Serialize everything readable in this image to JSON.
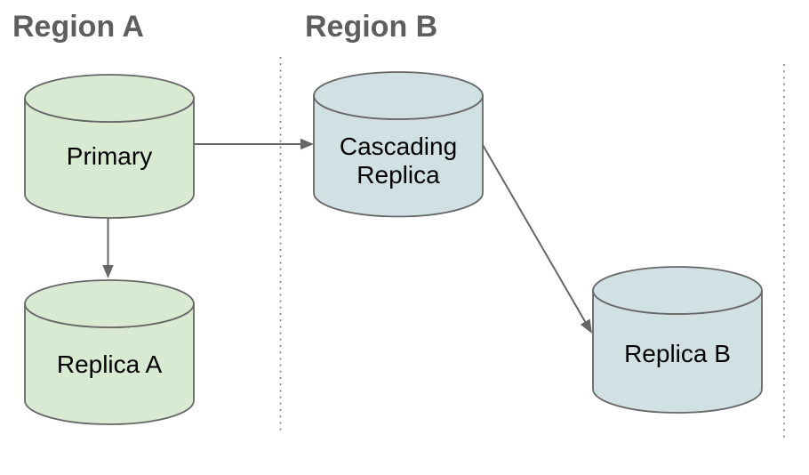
{
  "diagram": {
    "regions": [
      {
        "label": "Region A",
        "node_fill": "#d9ead3"
      },
      {
        "label": "Region B",
        "node_fill": "#d0e0e3"
      }
    ],
    "nodes": {
      "primary": {
        "label": "Primary"
      },
      "replica_a": {
        "label": "Replica A"
      },
      "cascading_replica": {
        "label": "Cascading Replica",
        "lines": [
          "Cascading",
          "Replica"
        ]
      },
      "replica_b": {
        "label": "Replica B"
      }
    },
    "connections": [
      {
        "from": "Primary",
        "to": "Cascading Replica",
        "style": "solid-arrow"
      },
      {
        "from": "Primary",
        "to": "Replica A",
        "style": "solid-arrow"
      },
      {
        "from": "Cascading Replica",
        "to": "Replica B",
        "style": "solid-arrow"
      }
    ],
    "colors": {
      "region_a_node_fill": "#d9ead3",
      "region_b_node_fill": "#d0e0e3",
      "node_outline": "#666666",
      "arrow": "#666666",
      "region_title": "#5e5e5e",
      "node_label": "#000000",
      "region_divider": "#7f7f7f",
      "background": "#ffffff"
    }
  }
}
